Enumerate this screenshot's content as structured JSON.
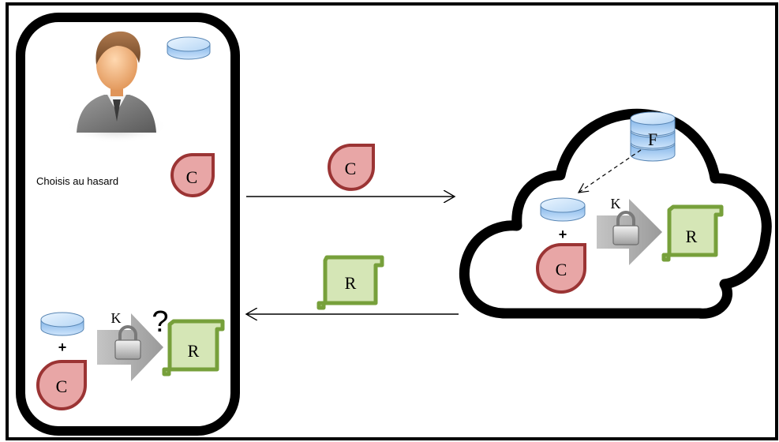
{
  "client": {
    "choice_label": "Choisis au hasard",
    "challenge_letter": "C",
    "plus_sign": "+",
    "key_letter": "K",
    "question_mark": "?",
    "response_letter": "R"
  },
  "messages": {
    "sent_letter": "C",
    "returned_letter": "R"
  },
  "cloud": {
    "file_letter": "F",
    "plus_sign": "+",
    "key_letter": "K",
    "challenge_letter": "C",
    "response_letter": "R"
  },
  "colors": {
    "challenge_fill": "#e8a6a6",
    "challenge_stroke": "#9b3434",
    "scroll_fill": "#d5e6b6",
    "scroll_stroke": "#77a03b",
    "disk_fill": "#a9cdf0",
    "arrow_gray": "#a6a6a6"
  },
  "icons": {
    "user": "person-icon",
    "disk": "database-icon",
    "lock": "padlock-icon",
    "cloud": "cloud-icon"
  }
}
